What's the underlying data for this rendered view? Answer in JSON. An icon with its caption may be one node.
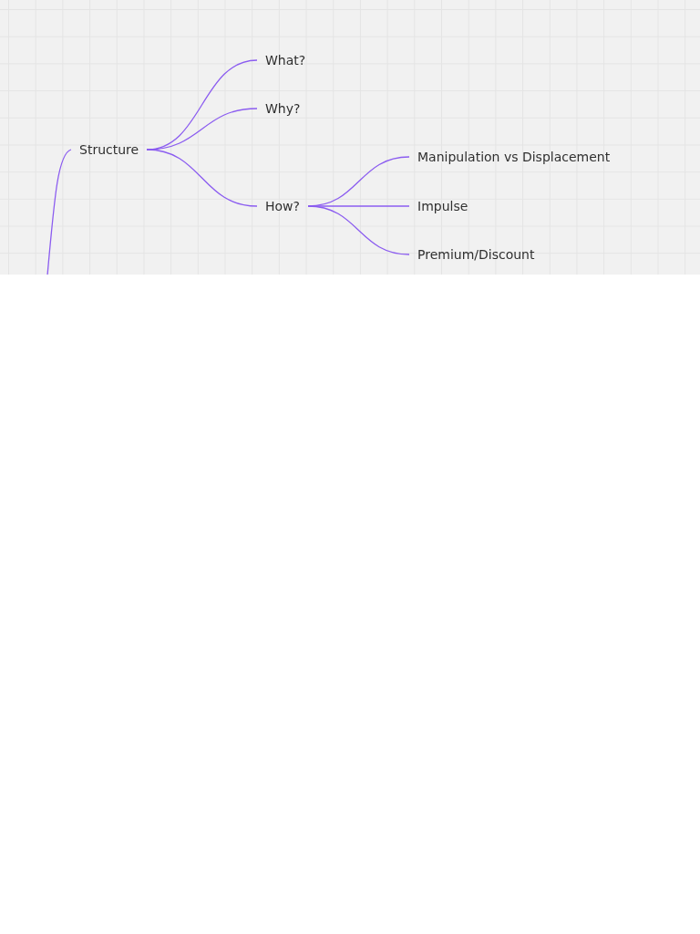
{
  "diagram": {
    "nodes": [
      {
        "text": [
          "Structure"
        ]
      },
      {
        "text": [
          "What?"
        ]
      },
      {
        "text": [
          "Why?"
        ]
      },
      {
        "text": [
          "How?"
        ]
      },
      {
        "text": [
          "Manipulation vs Displacement"
        ]
      },
      {
        "text": [
          "Impulse"
        ]
      },
      {
        "text": [
          "Premium/Discount"
        ]
      }
    ],
    "edges": [
      {
        "from": null,
        "to": 0,
        "arrow": "none"
      },
      {
        "from": 0,
        "to": 1,
        "arrow": "none"
      },
      {
        "from": 0,
        "to": 2,
        "arrow": "none"
      },
      {
        "from": 0,
        "to": 3,
        "arrow": "none"
      },
      {
        "from": 3,
        "to": 4,
        "arrow": "none"
      },
      {
        "from": 3,
        "to": 5,
        "arrow": "none"
      },
      {
        "from": 3,
        "to": 6,
        "arrow": "none"
      }
    ]
  }
}
